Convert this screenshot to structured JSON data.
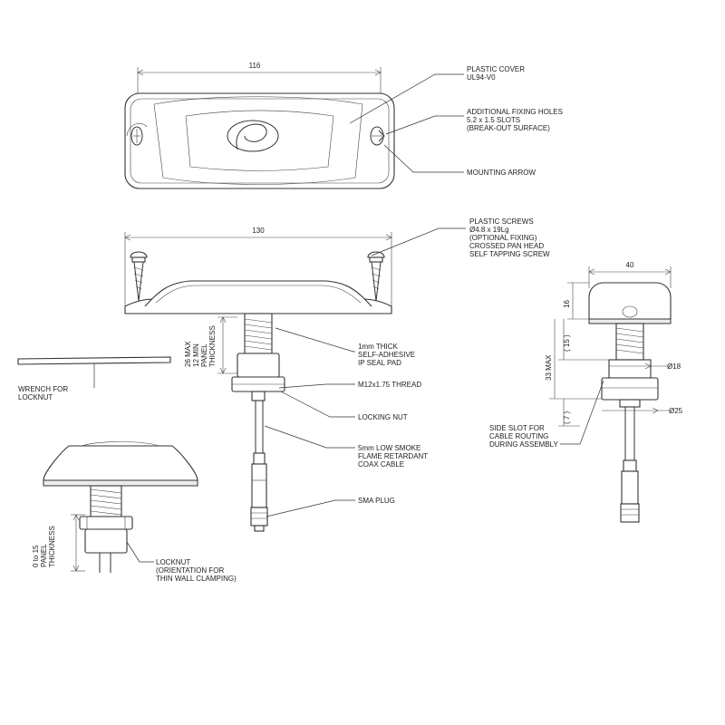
{
  "dimensions": {
    "top_width": "116",
    "side_width": "130",
    "right_width": "40",
    "right_cap_height": "16",
    "right_bracket": "( 15 )",
    "right_max": "33 MAX",
    "right_seven": "( 7 )",
    "dia_18": "Ø18",
    "dia_25": "Ø25",
    "panel_side": "26 MAX\n12 MIN\nPANEL\nTHICKNESS",
    "panel_lower": "0 to 15\nPANEL\nTHICKNESS"
  },
  "callouts": {
    "plastic_cover": "PLASTIC COVER\nUL94-V0",
    "fixing_holes": "ADDITIONAL FIXING HOLES\n5.2 x 1.5 SLOTS\n(BREAK-OUT SURFACE)",
    "mounting_arrow": "MOUNTING ARROW",
    "plastic_screws": "PLASTIC SCREWS\nØ4.8 x 19Lg\n(OPTIONAL FIXING)\nCROSSED PAN HEAD\nSELF TAPPING SCREW",
    "seal_pad": "1mm THICK\nSELF-ADHESIVE\nIP SEAL PAD",
    "thread": "M12x1.75 THREAD",
    "locking_nut": "LOCKING NUT",
    "coax": "5mm LOW SMOKE\nFLAME RETARDANT\nCOAX CABLE",
    "sma": "SMA PLUG",
    "wrench": "WRENCH FOR\nLOCKNUT",
    "side_slot": "SIDE SLOT FOR\nCABLE ROUTING\nDURING ASSEMBLY",
    "locknut": "LOCKNUT\n(ORIENTATION FOR\nTHIN WALL CLAMPING)"
  }
}
